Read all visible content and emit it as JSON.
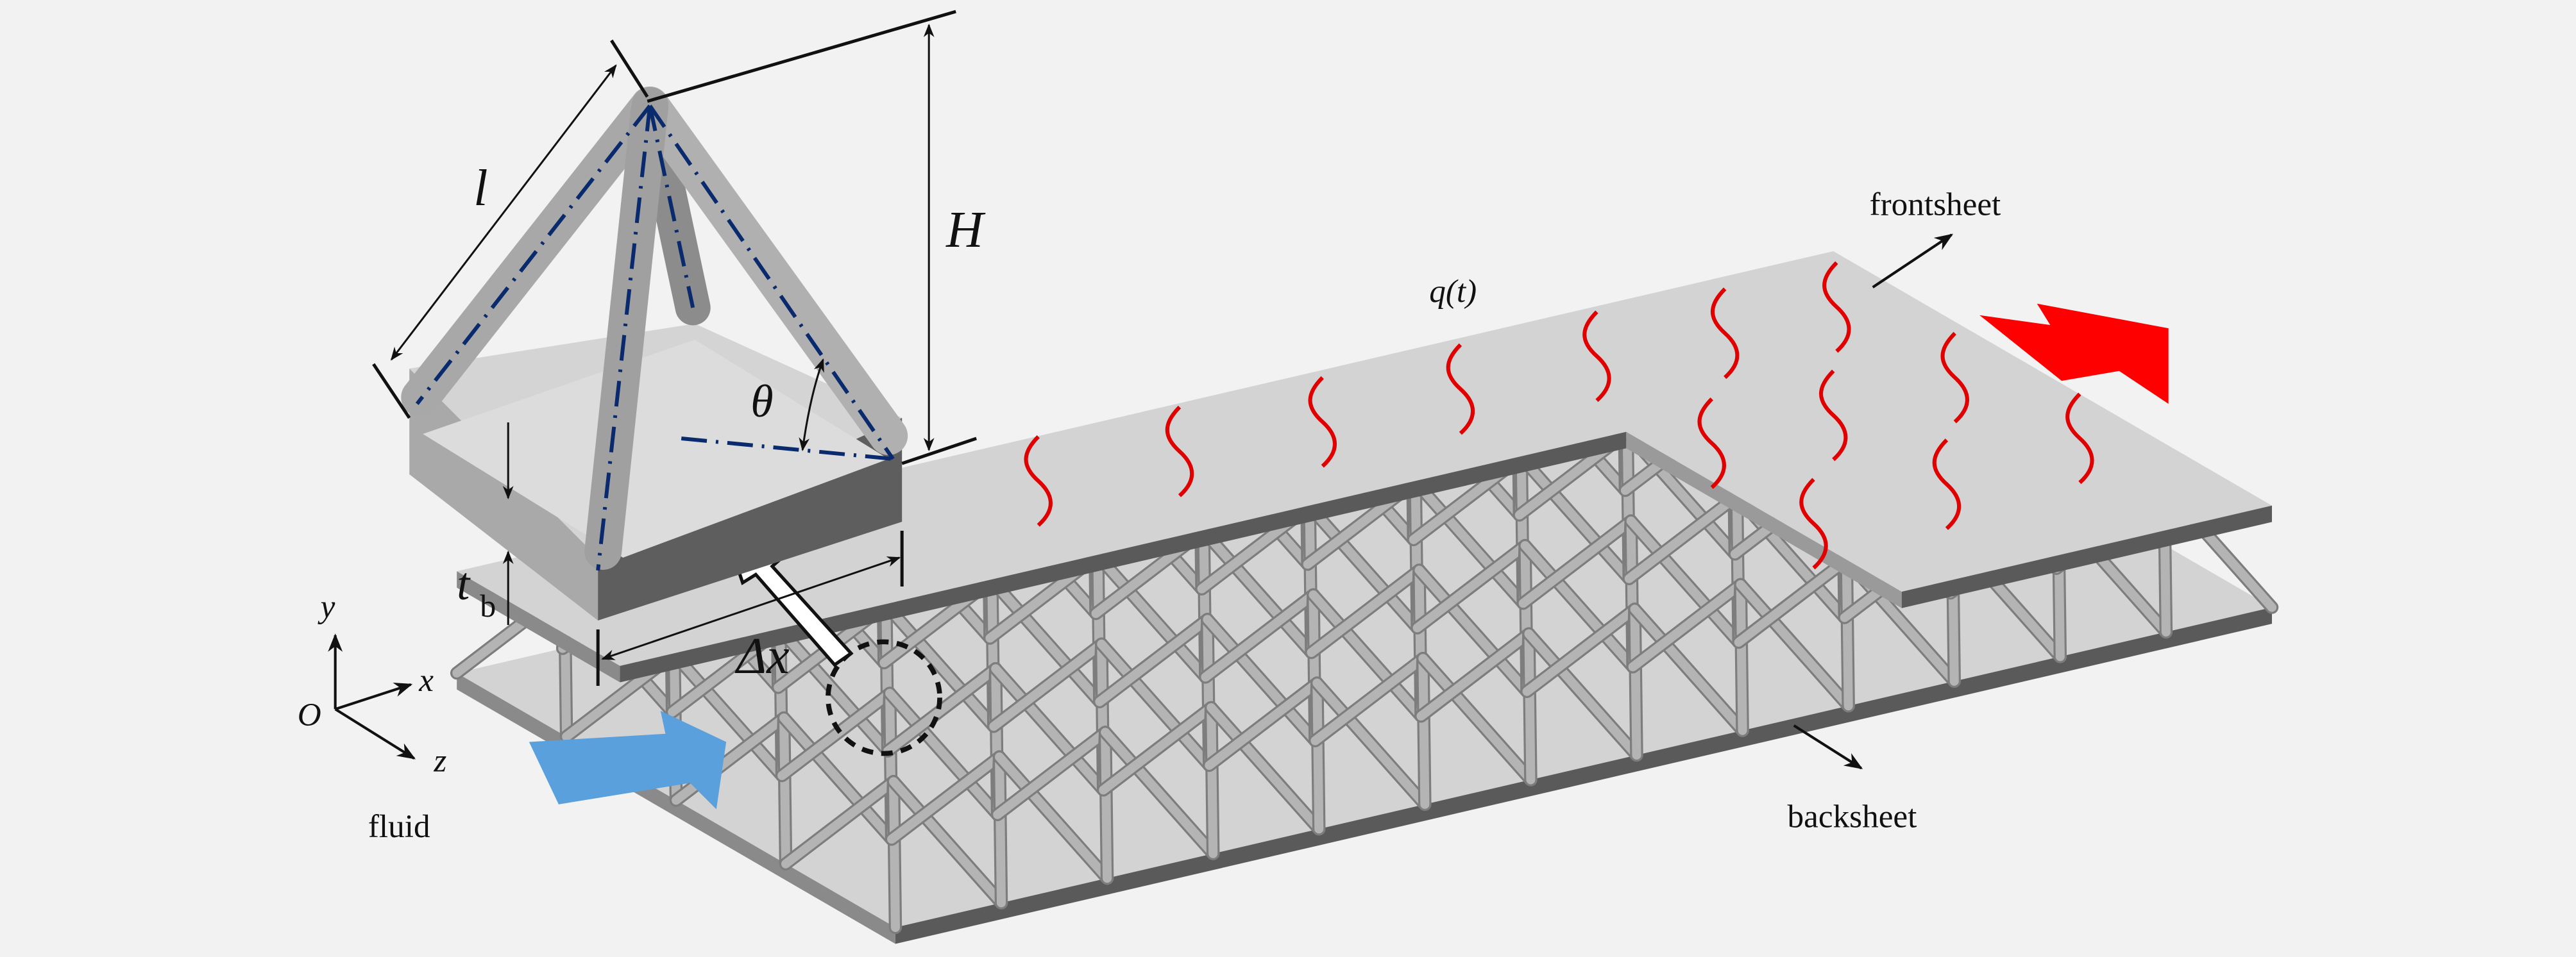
{
  "labels": {
    "strut_length": "l",
    "height": "H",
    "angle": "θ",
    "thickness_main": "t",
    "thickness_sub": "b",
    "cell_width": "Δx",
    "heat_flux": "q(t)",
    "frontsheet": "frontsheet",
    "backsheet": "backsheet",
    "fluid": "fluid",
    "origin": "O",
    "axis_x": "x",
    "axis_y": "y",
    "axis_z": "z"
  },
  "colors": {
    "background": "#f2f2f2",
    "sheet_top": "#d3d3d3",
    "sheet_edge": "#5a5a5a",
    "strut": "#b4b4b4",
    "heat_wave": "#e00000",
    "inflow_arrow": "#5aa0dc",
    "outflow_arrow": "#ff0000",
    "centerline": "#0a2a6e"
  }
}
